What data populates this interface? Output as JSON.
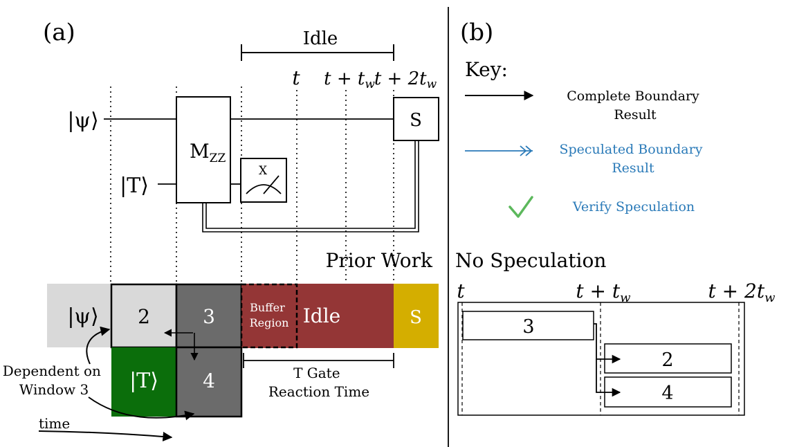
{
  "panel_a": {
    "label": "(a)",
    "idle_label": "Idle",
    "time_t": "t",
    "time_t_tw": "t + t",
    "time_t_2tw": "t + 2t",
    "time_sub_w": "w",
    "psi_state": "|ψ⟩",
    "t_state": "|T⟩",
    "mzz_main": "M",
    "mzz_sub": "ZZ",
    "meter_basis": "X",
    "s_gate": "S",
    "prior_work": "Prior Work",
    "window_psi": "|ψ⟩",
    "window_2": "2",
    "window_3": "3",
    "window_4": "4",
    "window_t": "|T⟩",
    "buffer_line1": "Buffer",
    "buffer_line2": "Region",
    "idle_block": "Idle",
    "s_block": "S",
    "reaction_line1": "T Gate",
    "reaction_line2": "Reaction Time",
    "dependent_line1": "Dependent on",
    "dependent_line2": "Window 3",
    "time_axis": "time"
  },
  "panel_b": {
    "label": "(b)",
    "key_title": "Key:",
    "complete_line1": "Complete Boundary",
    "complete_line2": "Result",
    "speculated_line1": "Speculated Boundary",
    "speculated_line2": "Result",
    "verify": "Verify Speculation",
    "no_spec_title": "No Speculation",
    "time_t": "t",
    "time_t_tw": "t + t",
    "time_t_2tw": "t + 2t",
    "time_sub_w": "w",
    "box_3": "3",
    "box_2": "2",
    "box_4": "4"
  },
  "colors": {
    "psi_block": "#d9d9d9",
    "window_2": "#d9d9d9",
    "window_3": "#6b6b6b",
    "window_4": "#6b6b6b",
    "t_block": "#0b6e0b",
    "idle_block": "#943636",
    "s_block": "#d4ae00",
    "speculated_arrow": "#2a7ab8",
    "verify_check": "#5cb85c"
  }
}
